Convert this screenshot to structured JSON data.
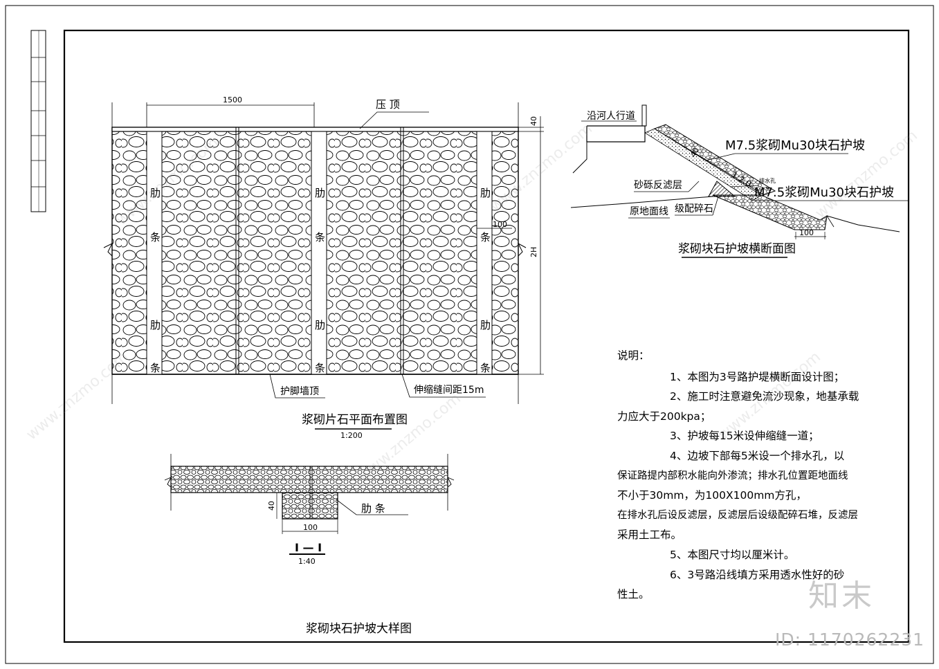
{
  "plan": {
    "top_dim": "1500",
    "top_label": "压    顶",
    "rib_chars": [
      "肋",
      "条",
      "肋",
      "条"
    ],
    "dim_right_top": "40",
    "dim_right_height": "2H",
    "dim_rib_width": "100",
    "foot_label": "护脚墙顶",
    "joint_label": "伸缩缝间距15m",
    "title": "浆砌片石平面布置图",
    "scale": "1:200"
  },
  "section_detail": {
    "dim_height": "40",
    "dim_width": "100",
    "rib_label": "肋    条",
    "title": "I — I",
    "scale": "1:40"
  },
  "cross_section": {
    "walkway": "沿河人行道",
    "upper_lining": "M7.5浆砌Mu30块石护坡",
    "lower_lining": "M7.5浆砌Mu30块石护坡",
    "thickness": "40",
    "slope": "1:2.0",
    "filter": "砂砾反滤层",
    "drain": "排水孔",
    "ground": "原地面线",
    "gravel": "级配碎石",
    "toe_dim": "100",
    "title": "浆砌块石护坡横断面图"
  },
  "main_title": "浆砌块石护坡大样图",
  "notes": {
    "heading": "说明：",
    "lines": [
      "1、本图为3号路护堤横断面设计图；",
      "2、施工时注意避免流沙现象，地基承载",
      "力应大于200kpa；",
      "3、护坡每15米设伸缩缝一道；",
      "4、边坡下部每5米设一个排水孔，以",
      "保证路提内部积水能向外渗流；排水孔位置距地面线",
      "不小于30mm，为100X100mm方孔，",
      "在排水孔后设反滤层，反滤层后设级配碎石堆，反滤层",
      "采用土工布。",
      "5、本图尺寸均以厘米计。",
      "6、3号路沿线填方采用透水性好的砂",
      "性土。"
    ]
  },
  "watermark": {
    "brand": "知末",
    "id": "ID: 1170262231",
    "site": "www.znzmo.com"
  }
}
